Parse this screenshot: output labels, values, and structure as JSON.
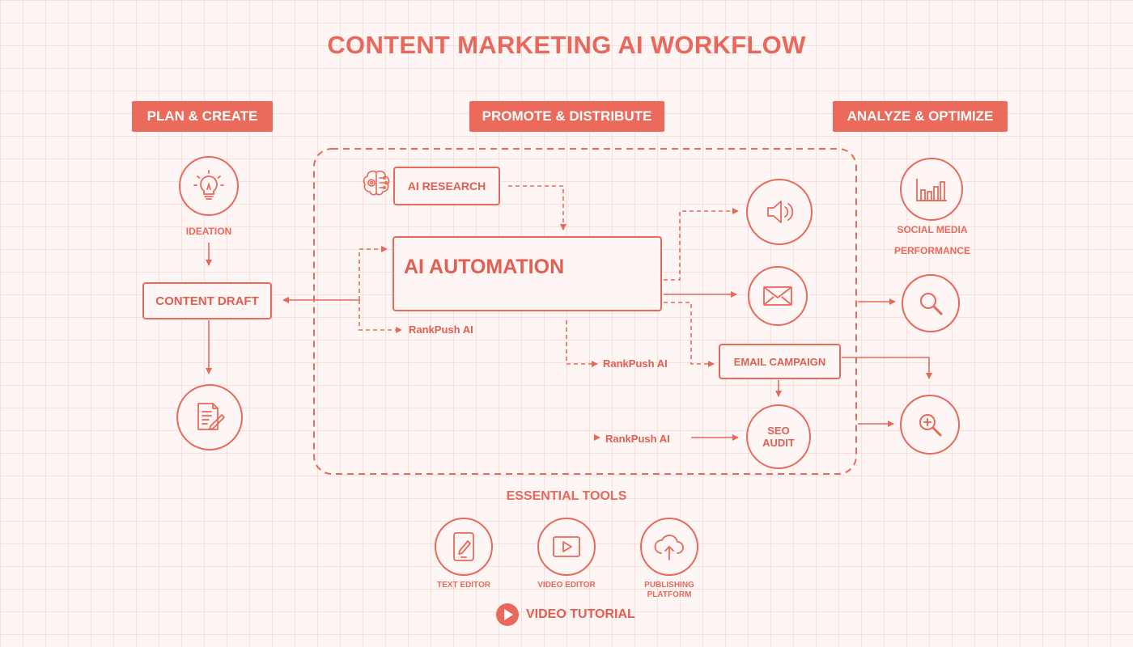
{
  "title": "CONTENT MARKETING AI WORKFLOW",
  "phases": {
    "plan": "PLAN & CREATE",
    "promote": "PROMOTE & DISTRIBUTE",
    "analyze": "ANALYZE & OPTIMIZE"
  },
  "plan_column": {
    "ideation": "IDEATION",
    "content_draft": "CONTENT DRAFT"
  },
  "promote_column": {
    "ai_research": "AI RESEARCH",
    "ai_automation": "AI AUTOMATION",
    "email_campaign": "EMAIL CAMPAIGN",
    "seo_audit_line1": "SEO",
    "seo_audit_line2": "AUDIT",
    "tool_links": [
      "RankPush AI",
      "RankPush AI",
      "RankPush AI"
    ]
  },
  "analyze_column": {
    "social_media_line1": "SOCIAL MEDIA",
    "social_media_line2": "PERFORMANCE"
  },
  "essential_tools": {
    "heading": "ESSENTIAL TOOLS",
    "items": [
      {
        "label": "TEXT EDITOR",
        "icon": "tablet-pencil-icon"
      },
      {
        "label": "VIDEO EDITOR",
        "icon": "video-play-icon"
      },
      {
        "label_line1": "PUBLISHING",
        "label_line2": "PLATFORM",
        "icon": "cloud-upload-icon"
      }
    ]
  },
  "video_tutorial": "VIDEO TUTORIAL",
  "colors": {
    "accent": "#e8695b",
    "phase_fill": "#ec6a5c",
    "background": "#fdf6f4"
  }
}
